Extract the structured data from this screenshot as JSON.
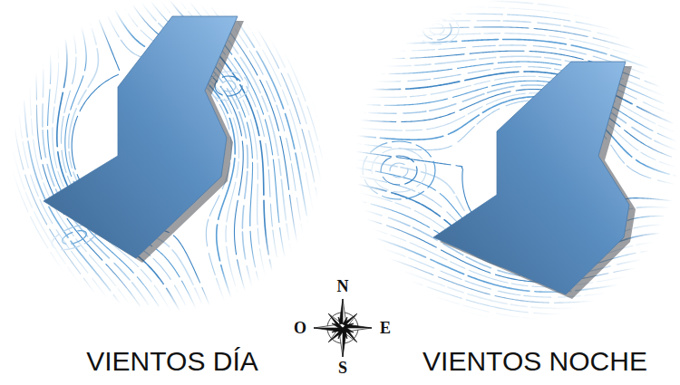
{
  "diagram": {
    "labels": [
      "VIENTOS DÍA",
      "N",
      "O",
      "E",
      "S",
      "VIENTOS NOCHE"
    ]
  }
}
